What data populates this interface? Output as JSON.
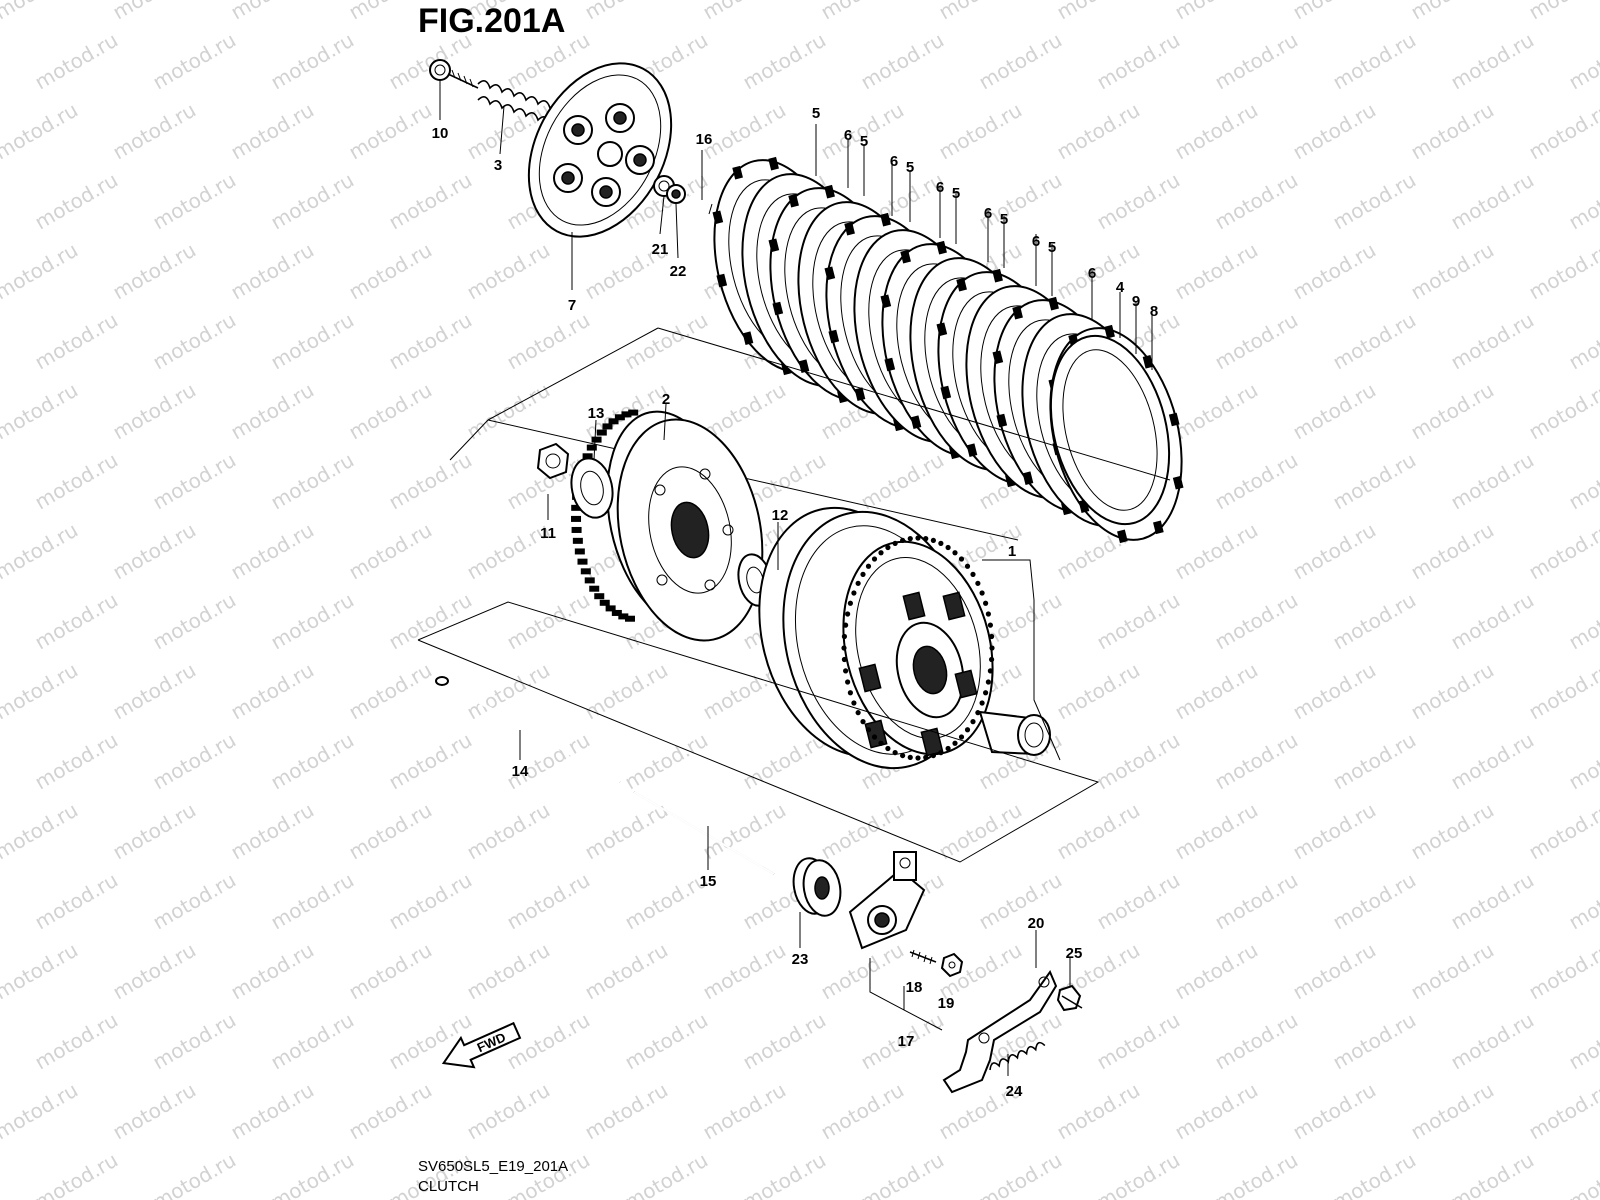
{
  "figure": {
    "title": "FIG.201A",
    "code": "SV650SL5_E19_201A",
    "caption": "CLUTCH",
    "watermark": "motod.ru",
    "direction_arrow": "FWD"
  },
  "callouts": [
    {
      "id": "c10",
      "label": "10"
    },
    {
      "id": "c3",
      "label": "3"
    },
    {
      "id": "c7",
      "label": "7"
    },
    {
      "id": "c21",
      "label": "21"
    },
    {
      "id": "c22",
      "label": "22"
    },
    {
      "id": "c16",
      "label": "16"
    },
    {
      "id": "c5a",
      "label": "5"
    },
    {
      "id": "c6a",
      "label": "6"
    },
    {
      "id": "c5b",
      "label": "5"
    },
    {
      "id": "c6b",
      "label": "6"
    },
    {
      "id": "c5c",
      "label": "5"
    },
    {
      "id": "c6c",
      "label": "6"
    },
    {
      "id": "c5d",
      "label": "5"
    },
    {
      "id": "c6d",
      "label": "6"
    },
    {
      "id": "c5e",
      "label": "5"
    },
    {
      "id": "c6e",
      "label": "6"
    },
    {
      "id": "c5f",
      "label": "5"
    },
    {
      "id": "c6f",
      "label": "6"
    },
    {
      "id": "c4",
      "label": "4"
    },
    {
      "id": "c9",
      "label": "9"
    },
    {
      "id": "c8",
      "label": "8"
    },
    {
      "id": "c13",
      "label": "13"
    },
    {
      "id": "c2",
      "label": "2"
    },
    {
      "id": "c11",
      "label": "11"
    },
    {
      "id": "c12",
      "label": "12"
    },
    {
      "id": "c1",
      "label": "1"
    },
    {
      "id": "c14",
      "label": "14"
    },
    {
      "id": "c15",
      "label": "15"
    },
    {
      "id": "c23",
      "label": "23"
    },
    {
      "id": "c20",
      "label": "20"
    },
    {
      "id": "c25",
      "label": "25"
    },
    {
      "id": "c18",
      "label": "18"
    },
    {
      "id": "c19",
      "label": "19"
    },
    {
      "id": "c17",
      "label": "17"
    },
    {
      "id": "c24",
      "label": "24"
    }
  ]
}
